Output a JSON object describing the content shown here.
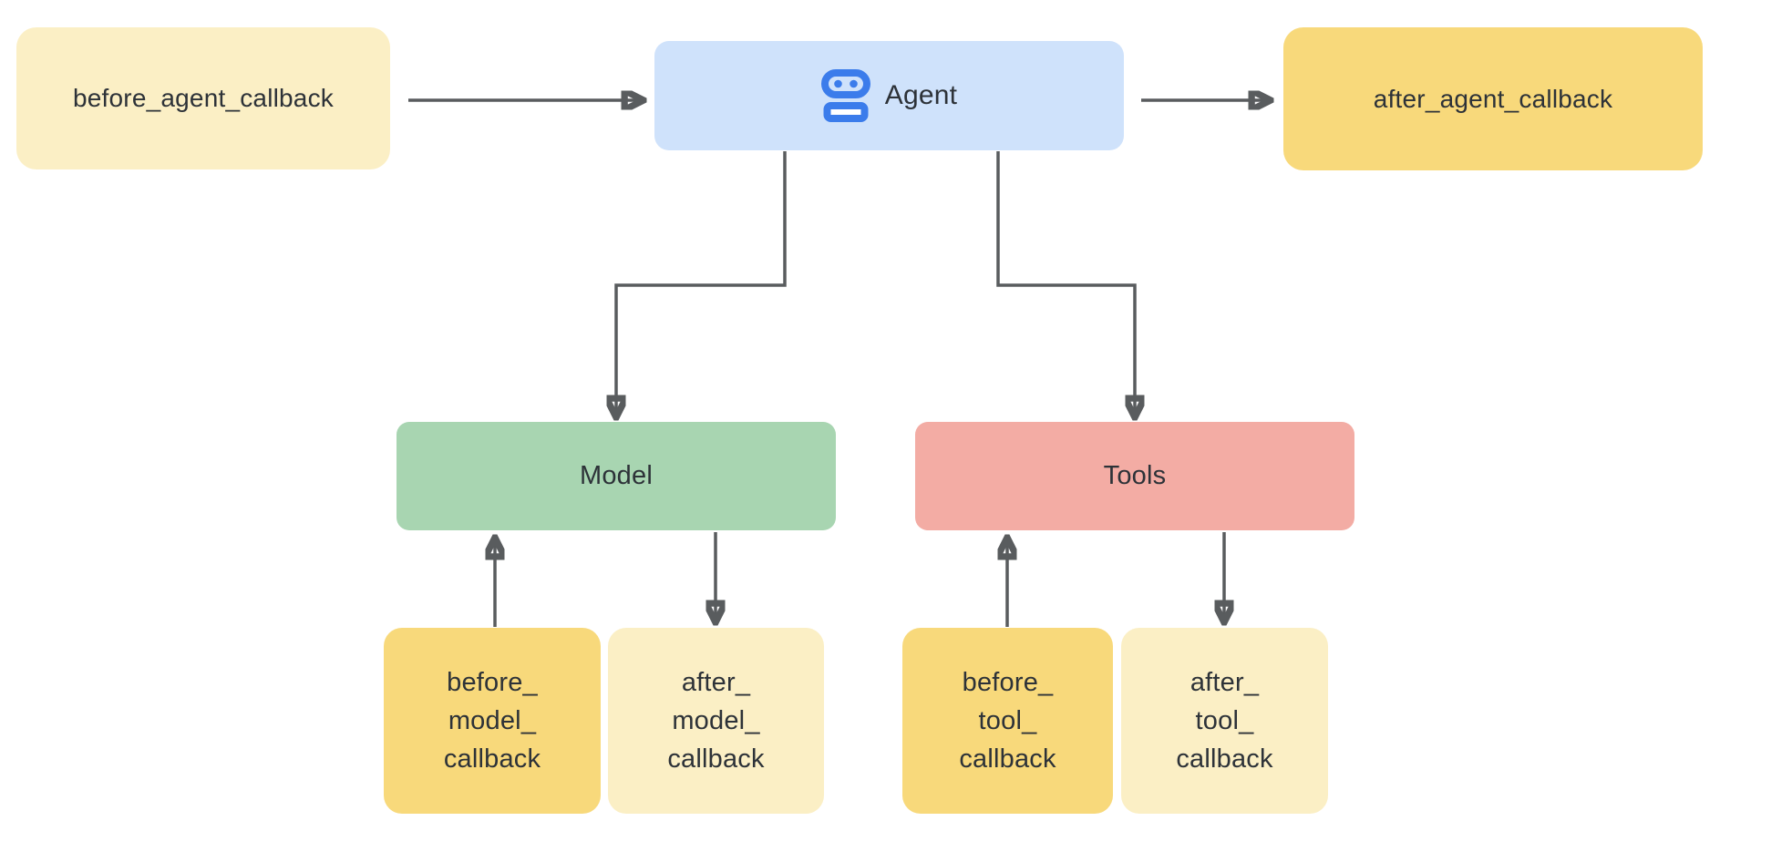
{
  "diagram": {
    "type": "flowchart",
    "topic": "agent-callbacks-lifecycle"
  },
  "colors": {
    "background": "#ffffff",
    "yellow_light_box": "#fbefc5",
    "yellow_dark_box": "#f8d97b",
    "blue_box": "#cfe2fb",
    "green_box": "#a8d5b1",
    "salmon_box": "#f3aca4",
    "robot_icon_blue": "#3b7ceb",
    "arrow_gray": "#595c5e",
    "text_dark": "#2d3238"
  },
  "nodes": {
    "before_agent": {
      "label": "before_agent_callback"
    },
    "agent": {
      "label": "Agent",
      "icon": "robot-icon"
    },
    "after_agent": {
      "label": "after_agent_callback"
    },
    "model": {
      "label": "Model"
    },
    "tools": {
      "label": "Tools"
    },
    "before_model": {
      "label": "before_\nmodel_\ncallback"
    },
    "after_model": {
      "label": "after_\nmodel_\ncallback"
    },
    "before_tool": {
      "label": "before_\ntool_\ncallback"
    },
    "after_tool": {
      "label": "after_\ntool_\ncallback"
    }
  },
  "edges": [
    {
      "from": "before_agent_callback",
      "to": "Agent"
    },
    {
      "from": "Agent",
      "to": "after_agent_callback"
    },
    {
      "from": "Agent",
      "to": "Model"
    },
    {
      "from": "Agent",
      "to": "Tools"
    },
    {
      "from": "before_model_callback",
      "to": "Model"
    },
    {
      "from": "Model",
      "to": "after_model_callback"
    },
    {
      "from": "before_tool_callback",
      "to": "Tools"
    },
    {
      "from": "Tools",
      "to": "after_tool_callback"
    }
  ]
}
